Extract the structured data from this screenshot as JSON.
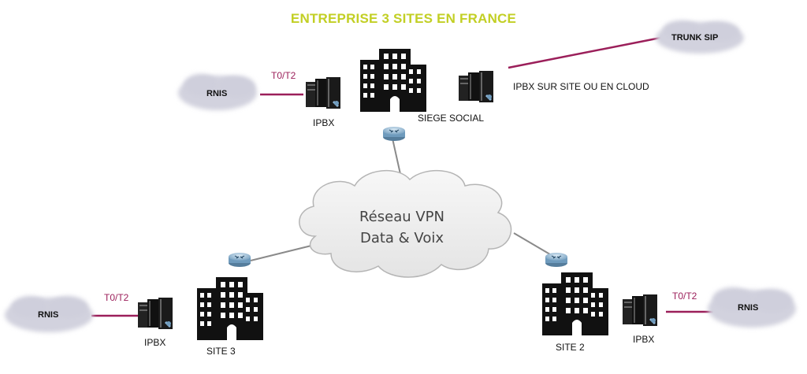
{
  "title": "ENTREPRISE 3 SITES EN FRANCE",
  "vpn": {
    "line1": "Réseau VPN",
    "line2": "Data & Voix"
  },
  "hq": {
    "label": "SIEGE SOCIAL",
    "pbx_label": "IPBX",
    "link_label": "T0/T2",
    "cloud_label": "RNIS"
  },
  "remote_pbx": {
    "label": "IPBX SUR SITE OU EN CLOUD",
    "trunk_label": "TRUNK SIP"
  },
  "site3": {
    "label": "SITE 3",
    "pbx_label": "IPBX",
    "link_label": "T0/T2",
    "cloud_label": "RNIS"
  },
  "site2": {
    "label": "SITE 2",
    "pbx_label": "IPBX",
    "link_label": "T0/T2",
    "cloud_label": "RNIS"
  },
  "colors": {
    "title": "#c2cf24",
    "telecom_link": "#9b1f5a",
    "vpn_link": "#8a8a8a",
    "building": "#111111",
    "router": "#7aa7c7"
  }
}
